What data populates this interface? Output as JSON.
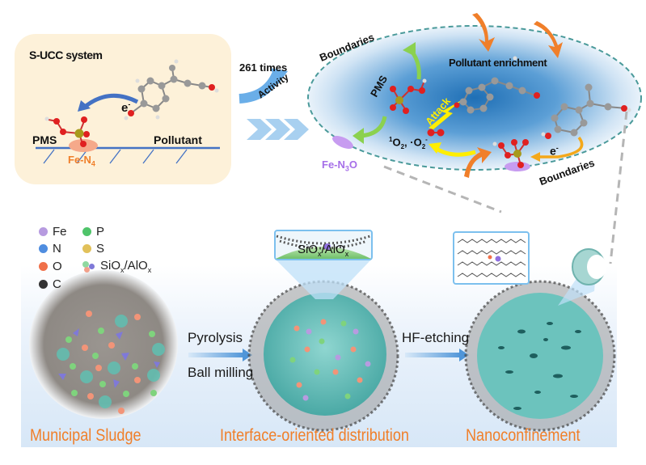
{
  "top_left_panel": {
    "title": "S-UCC system",
    "electron_label": "e",
    "electron_sup": "-",
    "pms_label": "PMS",
    "pollutant_label": "Pollutant",
    "site_label": "Fe-N",
    "site_sub": "4"
  },
  "middle_transition": {
    "fold_label": "261 times",
    "activity_label": "Activity"
  },
  "top_right_panel": {
    "boundaries_top": "Boundaries",
    "boundaries_bottom": "Boundaries",
    "enrichment_label": "Pollutant enrichment",
    "pms_label": "PMS",
    "attack_label": "Attack",
    "ros_label_part1": "1",
    "ros_label_part2": "O",
    "ros_label_part3": "2",
    "ros_label_part4": ", ·O",
    "ros_label_part5": "2",
    "ros_label_part6": "-",
    "electron_label": "e",
    "electron_sup": "-",
    "site_label_a": "Fe-N",
    "site_sub": "3",
    "site_label_b": "O"
  },
  "legend": {
    "items": [
      {
        "label": "Fe",
        "color": "#b79be0"
      },
      {
        "label": "N",
        "color": "#4f8de0"
      },
      {
        "label": "O",
        "color": "#f0704a"
      },
      {
        "label": "C",
        "color": "#333333"
      },
      {
        "label": "P",
        "color": "#4fc46a"
      },
      {
        "label": "S",
        "color": "#e2c15a"
      }
    ],
    "oxide_label": "SiO",
    "oxide_sub1": "x",
    "oxide_mid": "/AlO",
    "oxide_sub2": "x"
  },
  "process": {
    "step1_label": "Pyrolysis",
    "step1b_label": "Ball milling",
    "step2_label": "HF-etching",
    "inset_label": "SiO",
    "inset_sub1": "x",
    "inset_mid": "/AlO",
    "inset_sub2": "x"
  },
  "captions": {
    "stage1": "Municipal Sludge",
    "stage2": "Interface-oriented distribution",
    "stage3": "Nanoconfinement"
  },
  "colors": {
    "caption_orange": "#f07f2a",
    "site_orange": "#f07f2a",
    "site_purple": "#a66fe8",
    "arrow_blue": "#5b9bd8",
    "ellipse_dash": "#4a9a9a",
    "attack_yellow": "#ffee00",
    "pms_green": "#8bd14f"
  }
}
